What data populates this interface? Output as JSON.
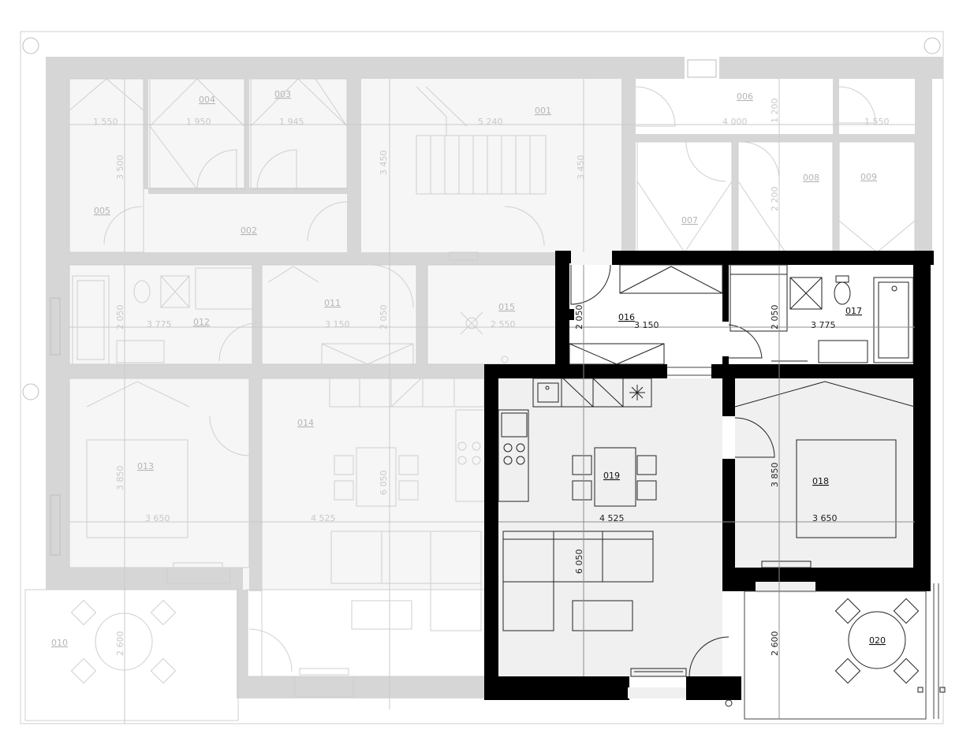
{
  "rooms_inactive": [
    {
      "id": "001"
    },
    {
      "id": "002"
    },
    {
      "id": "003"
    },
    {
      "id": "004"
    },
    {
      "id": "005"
    },
    {
      "id": "006"
    },
    {
      "id": "007"
    },
    {
      "id": "008"
    },
    {
      "id": "009"
    },
    {
      "id": "010"
    },
    {
      "id": "011"
    },
    {
      "id": "012"
    },
    {
      "id": "013"
    },
    {
      "id": "014"
    },
    {
      "id": "015"
    }
  ],
  "rooms_active": [
    {
      "id": "016"
    },
    {
      "id": "017"
    },
    {
      "id": "018"
    },
    {
      "id": "019"
    },
    {
      "id": "020"
    }
  ],
  "dimensions_inactive": {
    "d1550a": "1 550",
    "d1950": "1 950",
    "d1945": "1 945",
    "d5240": "5 240",
    "d4000": "4 000",
    "d1200": "1 200",
    "d1550b": "1 550",
    "d3500": "3 500",
    "d3450a": "3 450",
    "d3450b": "3 450",
    "d2200": "2 200",
    "d2050a": "2 050",
    "d3775": "3 775",
    "d3150": "3 150",
    "d2050b": "2 050",
    "d2550": "2 550",
    "d3850": "3 850",
    "d3650": "3 650",
    "d4525": "4 525",
    "d6050": "6 050",
    "d2600": "2 600"
  },
  "dimensions_active": {
    "d2050a": "2 050",
    "d3150": "3 150",
    "d2050b": "2 050",
    "d3775": "3 775",
    "d3850": "3 850",
    "d3650": "3 650",
    "d4525": "4 525",
    "d6050": "6 050",
    "d2600": "2 600"
  },
  "colors": {
    "active_wall": "#000000",
    "inactive_wall": "#d6d6d6",
    "active_floor": "#f0f0f0",
    "inactive_floor": "#f6f6f6"
  }
}
